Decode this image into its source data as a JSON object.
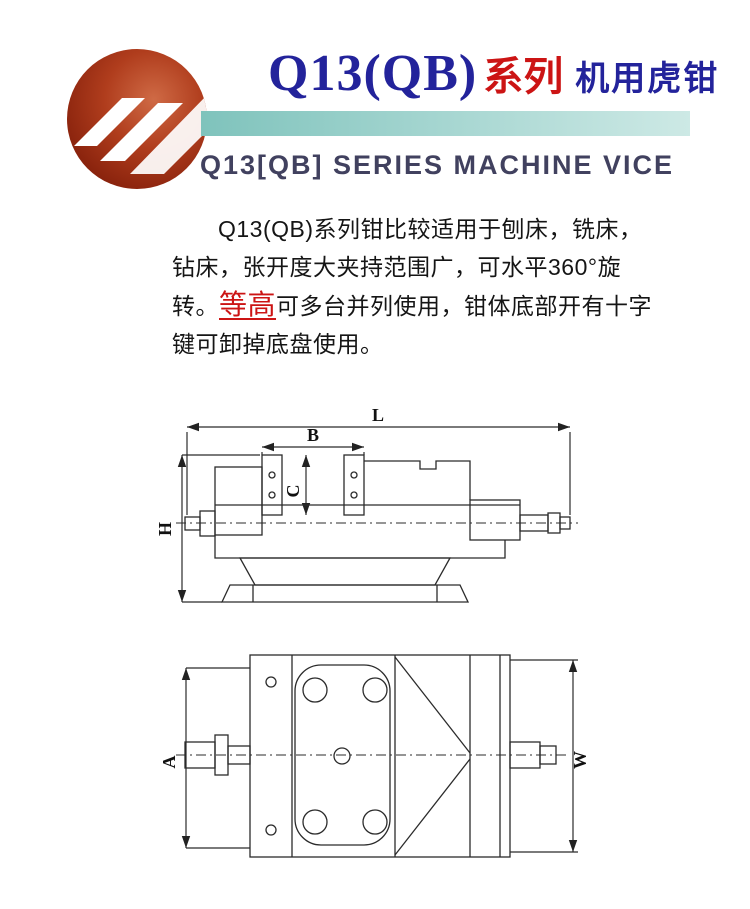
{
  "header": {
    "logo_name": "red-swoosh-circle-logo",
    "model": "Q13(QB)",
    "series_label": "系列",
    "product_name": "机用虎钳",
    "title_en": "Q13[QB] SERIES MACHINE VICE"
  },
  "colors": {
    "title_navy": "#23239b",
    "accent_red": "#cc1414",
    "bar_teal_left": "#7fc3bc",
    "bar_teal_right": "#cde9e5",
    "en_title_color": "#41415f",
    "body_text": "#151515",
    "drawing_line": "#2b2b2b",
    "logo_red": "#9e2c12"
  },
  "description": {
    "part1": "Q13(QB)系列钳比较适用于刨床，铣床，钻床，张开度大夹持范围广，可水平360°旋转。",
    "highlight": "等高",
    "part2": "可多台并列使用，钳体底部开有十字键可卸掉底盘使用。"
  },
  "diagrams": {
    "side_view": {
      "labels": {
        "L": "L",
        "B": "B",
        "C": "C",
        "H": "H"
      }
    },
    "top_view": {
      "labels": {
        "A": "A",
        "W": "W"
      }
    }
  }
}
